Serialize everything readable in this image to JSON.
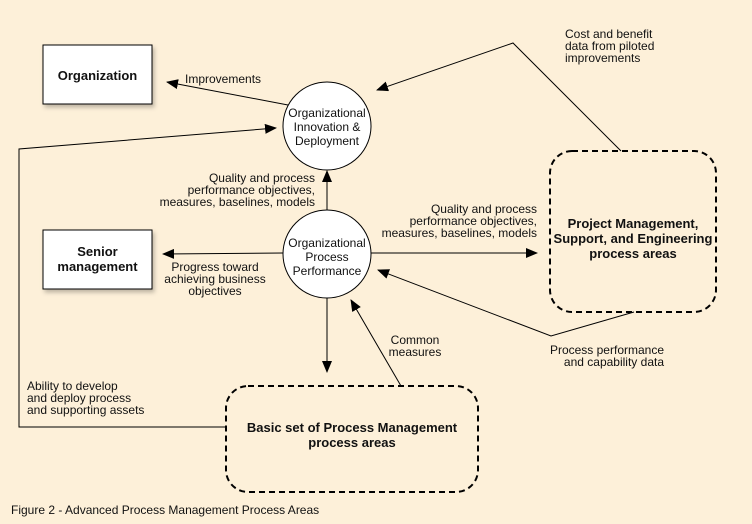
{
  "nodes": {
    "organization": "Organization",
    "senior_management": "Senior\nmanagement",
    "oid": "Organizational\nInnovation &\nDeployment",
    "opp": "Organizational\nProcess\nPerformance",
    "project_mgmt": "Project Management,\nSupport, and Engineering\nprocess areas",
    "basic_pm": "Basic set of Process Management\nprocess areas"
  },
  "edges": {
    "improvements": "Improvements",
    "cost_benefit": "Cost and benefit\ndata from piloted\nimprovements",
    "qpp_up": "Quality and process\nperformance objectives,\nmeasures, baselines, models",
    "qpp_right": "Quality and process\nperformance objectives,\nmeasures, baselines, models",
    "progress": "Progress toward\nachieving business\nobjectives",
    "common_measures": "Common\nmeasures",
    "process_perf_data": "Process performance\nand capability data",
    "ability": "Ability to develop\nand deploy process\nand supporting assets"
  },
  "caption": "Figure 2 - Advanced Process Management Process Areas"
}
